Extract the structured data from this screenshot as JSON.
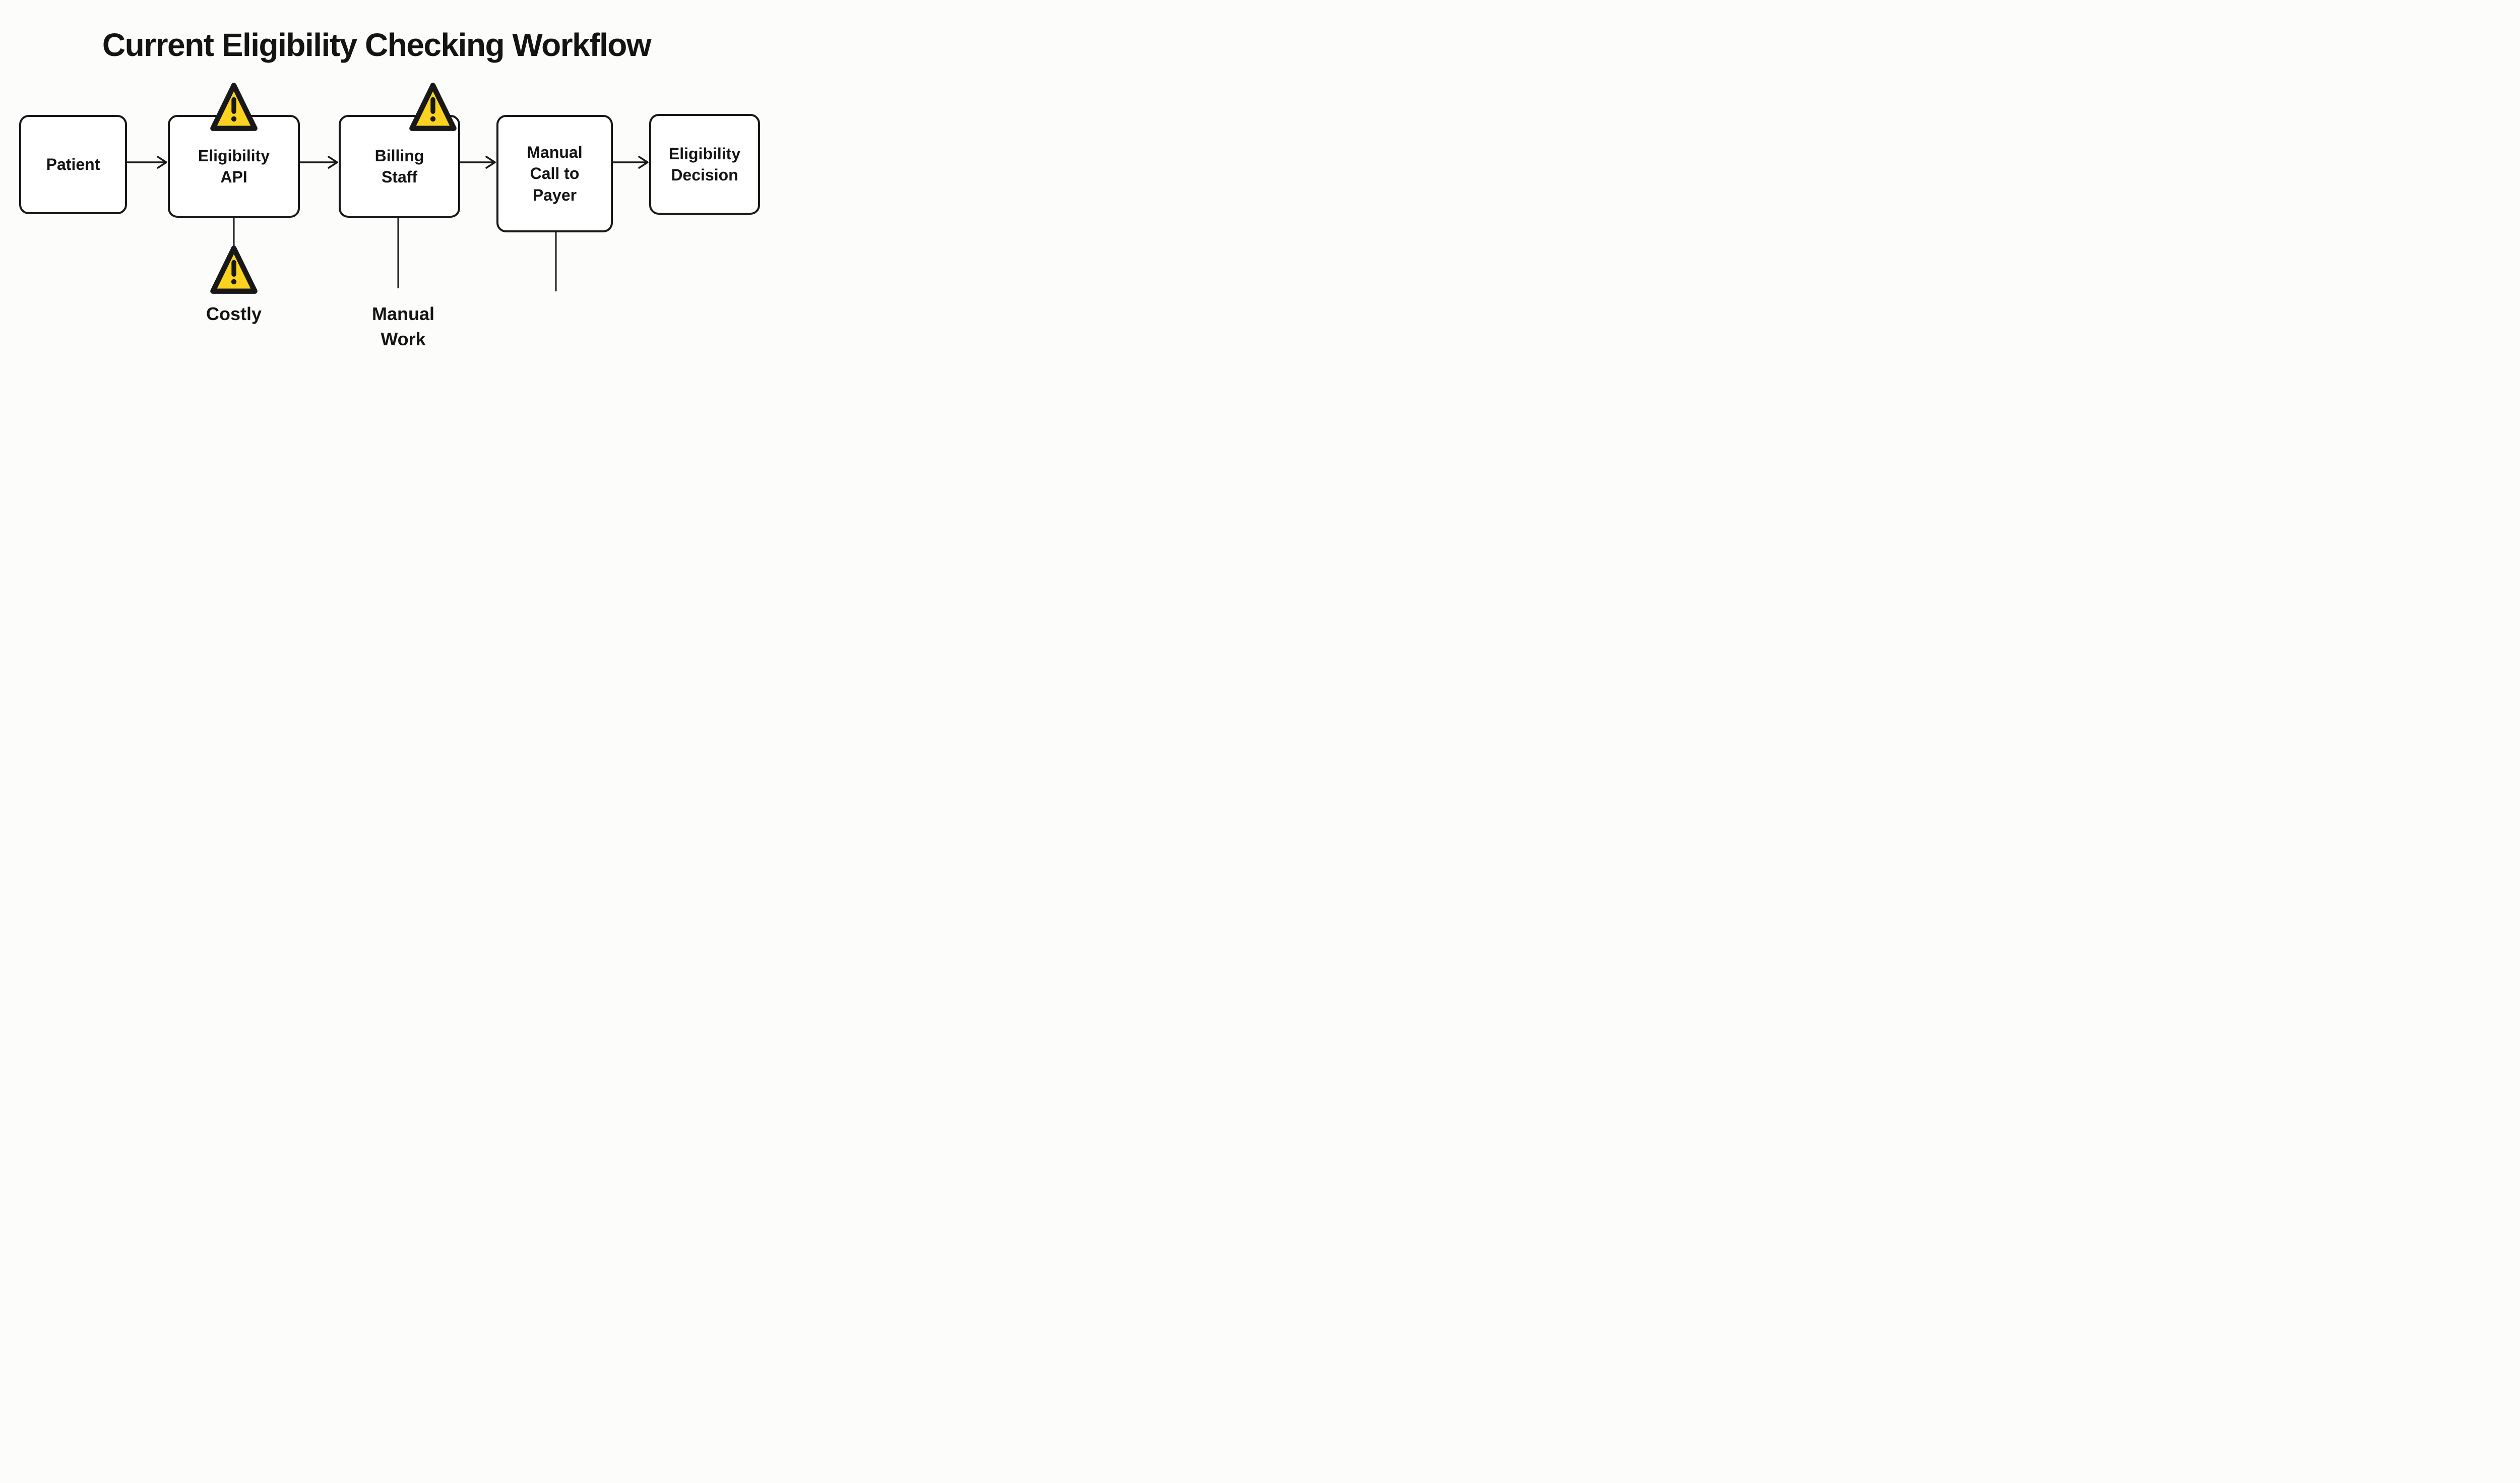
{
  "title": "Current Eligibility Checking Workflow",
  "colors": {
    "background": "#FCFCFA",
    "node_fill": "#FFFFFF",
    "ink": "#181818",
    "warning_yellow": "#FBD21E"
  },
  "nodes": [
    {
      "id": "patient",
      "lines": [
        "Patient"
      ],
      "warning_icon": false
    },
    {
      "id": "eligibility-api",
      "lines": [
        "Eligibility",
        "API"
      ],
      "warning_icon": true
    },
    {
      "id": "billing-staff",
      "lines": [
        "Billing",
        "Staff"
      ],
      "warning_icon": true
    },
    {
      "id": "manual-call-to-payer",
      "lines": [
        "Manual",
        "Call to",
        "Payer"
      ],
      "warning_icon": false
    },
    {
      "id": "eligibility-decision",
      "lines": [
        "Eligibility",
        "Decision"
      ],
      "warning_icon": false
    }
  ],
  "annotations": [
    {
      "target": "eligibility-api",
      "icon": "warning-triangle-icon",
      "lines": [
        "Costly"
      ]
    },
    {
      "target": "billing-staff",
      "icon": null,
      "lines": [
        "Manual",
        "Work"
      ]
    },
    {
      "target": "manual-call-to-payer",
      "icon": null,
      "lines": []
    }
  ]
}
